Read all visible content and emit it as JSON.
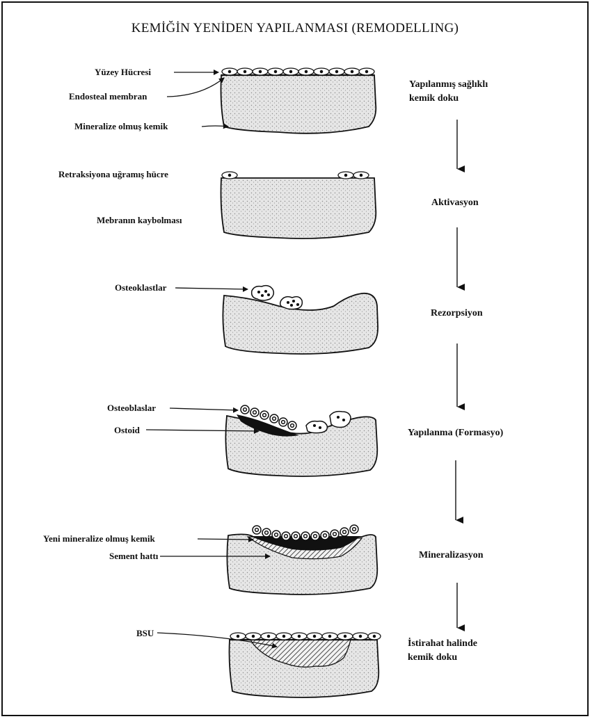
{
  "title": "KEMİĞİN YENİDEN YAPILANMASI (REMODELLING)",
  "labels": {
    "surface_cell": "Yüzey Hücresi",
    "endosteal_membrane": "Endosteal membran",
    "mineralized_bone": "Mineralize olmuş kemik",
    "retracted_cell": "Retraksiyona uğramış hücre",
    "membrane_loss": "Mebranın kaybolması",
    "osteoclasts": "Osteoklastlar",
    "osteoblasts": "Osteoblaslar",
    "osteoid": "Ostoid",
    "new_mineralized_bone": "Yeni mineralize olmuş kemik",
    "cement_line": "Sement hattı",
    "bsu": "BSU"
  },
  "stages": [
    {
      "line1": "Yapılanmış sağlıklı",
      "line2": "kemik doku"
    },
    {
      "line1": "Aktivasyon",
      "line2": ""
    },
    {
      "line1": "Rezorpsiyon",
      "line2": ""
    },
    {
      "line1": "Yapılanma (Formasyo)",
      "line2": ""
    },
    {
      "line1": "Mineralizasyon",
      "line2": ""
    },
    {
      "line1": "İstirahat halinde",
      "line2": "kemik doku"
    }
  ]
}
